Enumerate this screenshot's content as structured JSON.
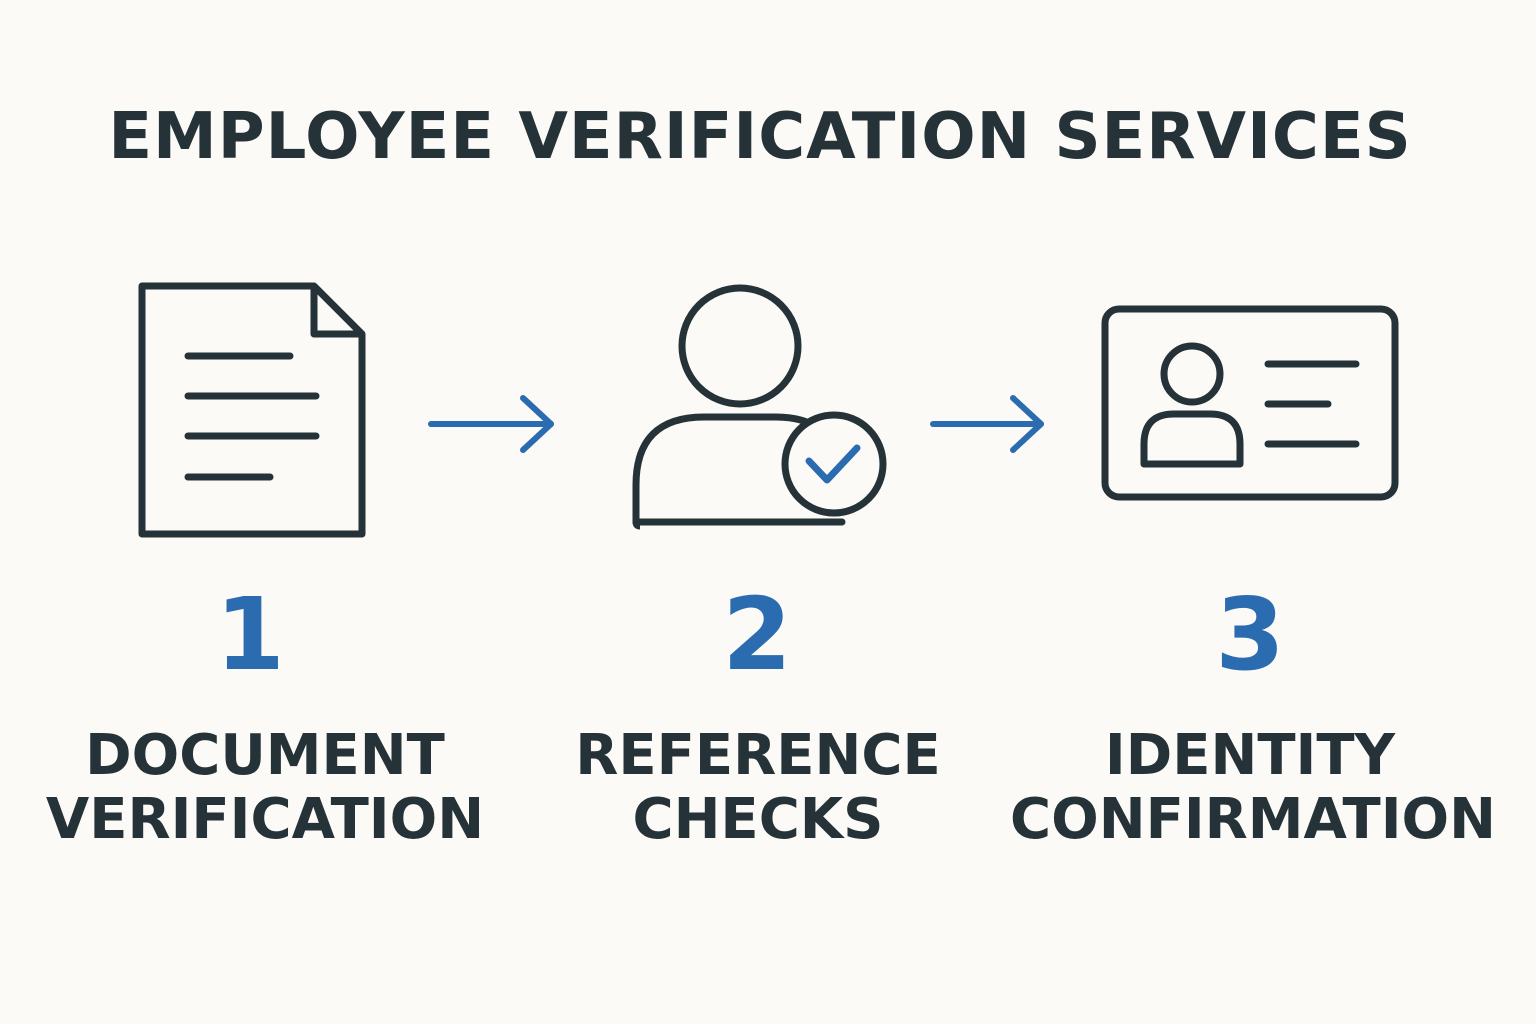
{
  "title": "EMPLOYEE VERIFICATION SERVICES",
  "colors": {
    "background": "#fbfaf6",
    "ink": "#253238",
    "accent": "#2b6cb0"
  },
  "steps": [
    {
      "number": "1",
      "label_line1": "DOCUMENT",
      "label_line2": "VERIFICATION",
      "icon": "document-icon"
    },
    {
      "number": "2",
      "label_line1": "REFERENCE",
      "label_line2": "CHECKS",
      "icon": "person-check-icon"
    },
    {
      "number": "3",
      "label_line1": "IDENTITY",
      "label_line2": "CONFIRMATION",
      "icon": "id-card-icon"
    }
  ],
  "connectors": [
    "arrow-right-icon",
    "arrow-right-icon"
  ]
}
